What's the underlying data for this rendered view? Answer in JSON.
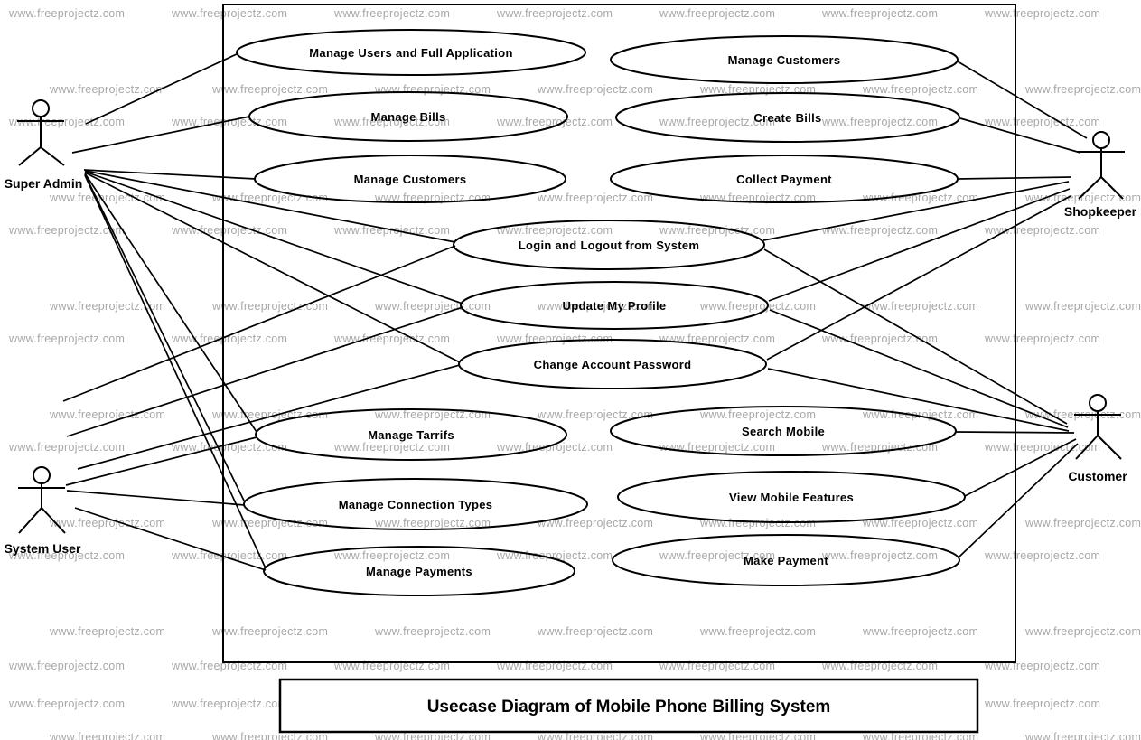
{
  "watermark": {
    "text": "www.freeprojectz.com",
    "color": "#a8a8a8"
  },
  "title_box": {
    "title": "Usecase Diagram of Mobile Phone Billing System"
  },
  "actors": [
    {
      "id": "super-admin",
      "label": "Super Admin"
    },
    {
      "id": "system-user",
      "label": "System User"
    },
    {
      "id": "shopkeeper",
      "label": "Shopkeeper"
    },
    {
      "id": "customer",
      "label": "Customer"
    }
  ],
  "use_cases": [
    {
      "id": "manage-users",
      "label": "Manage Users and Full Application"
    },
    {
      "id": "manage-bills",
      "label": "Manage Bills"
    },
    {
      "id": "manage-customers-left",
      "label": "Manage Customers"
    },
    {
      "id": "login-logout",
      "label": "Login and Logout from System"
    },
    {
      "id": "update-profile",
      "label": "Update My Profile"
    },
    {
      "id": "change-password",
      "label": "Change Account Password"
    },
    {
      "id": "manage-tarrifs",
      "label": "Manage Tarrifs"
    },
    {
      "id": "manage-connection-types",
      "label": "Manage Connection Types"
    },
    {
      "id": "manage-payments",
      "label": "Manage Payments"
    },
    {
      "id": "manage-customers-right",
      "label": "Manage Customers"
    },
    {
      "id": "create-bills",
      "label": "Create Bills"
    },
    {
      "id": "collect-payment",
      "label": "Collect Payment"
    },
    {
      "id": "search-mobile",
      "label": "Search Mobile"
    },
    {
      "id": "view-mobile-features",
      "label": "View Mobile Features"
    },
    {
      "id": "make-payment",
      "label": "Make Payment"
    }
  ],
  "associations": [
    {
      "from": "super-admin",
      "to": "manage-users"
    },
    {
      "from": "super-admin",
      "to": "manage-bills"
    },
    {
      "from": "super-admin",
      "to": "manage-customers-left"
    },
    {
      "from": "super-admin",
      "to": "login-logout"
    },
    {
      "from": "super-admin",
      "to": "update-profile"
    },
    {
      "from": "super-admin",
      "to": "change-password"
    },
    {
      "from": "super-admin",
      "to": "manage-tarrifs"
    },
    {
      "from": "super-admin",
      "to": "manage-connection-types"
    },
    {
      "from": "super-admin",
      "to": "manage-payments"
    },
    {
      "from": "system-user",
      "to": "login-logout"
    },
    {
      "from": "system-user",
      "to": "update-profile"
    },
    {
      "from": "system-user",
      "to": "change-password"
    },
    {
      "from": "system-user",
      "to": "manage-tarrifs"
    },
    {
      "from": "system-user",
      "to": "manage-connection-types"
    },
    {
      "from": "system-user",
      "to": "manage-payments"
    },
    {
      "from": "shopkeeper",
      "to": "manage-customers-right"
    },
    {
      "from": "shopkeeper",
      "to": "create-bills"
    },
    {
      "from": "shopkeeper",
      "to": "collect-payment"
    },
    {
      "from": "shopkeeper",
      "to": "login-logout"
    },
    {
      "from": "shopkeeper",
      "to": "update-profile"
    },
    {
      "from": "shopkeeper",
      "to": "change-password"
    },
    {
      "from": "customer",
      "to": "login-logout"
    },
    {
      "from": "customer",
      "to": "update-profile"
    },
    {
      "from": "customer",
      "to": "change-password"
    },
    {
      "from": "customer",
      "to": "search-mobile"
    },
    {
      "from": "customer",
      "to": "view-mobile-features"
    },
    {
      "from": "customer",
      "to": "make-payment"
    }
  ]
}
